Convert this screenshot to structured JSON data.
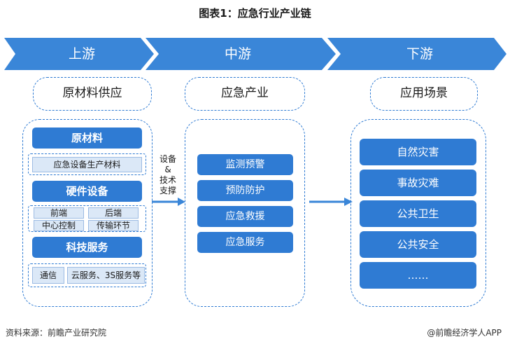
{
  "title": "图表1：应急行业产业链",
  "stages": {
    "up": {
      "label": "上游",
      "header": "原材料供应"
    },
    "mid": {
      "label": "中游",
      "header": "应急产业"
    },
    "down": {
      "label": "下游",
      "header": "应用场景"
    }
  },
  "upstream": {
    "raw_materials": {
      "title": "原材料",
      "items": [
        "应急设备生产材料"
      ]
    },
    "hardware": {
      "title": "硬件设备",
      "items": [
        "前端",
        "后端",
        "中心控制",
        "传输环节"
      ]
    },
    "tech_services": {
      "title": "科技服务",
      "items": [
        "通信",
        "云服务、3S服务等"
      ]
    }
  },
  "connector_label": [
    "设备",
    "&",
    "技术",
    "支撑"
  ],
  "midstream": {
    "items": [
      "监测预警",
      "预防防护",
      "应急救援",
      "应急服务"
    ]
  },
  "downstream": {
    "items": [
      "自然灾害",
      "事故灾难",
      "公共卫生",
      "公共安全",
      "……"
    ]
  },
  "footer": {
    "source": "资料来源：前瞻产业研究院",
    "brand": "@前瞻经济学人APP"
  },
  "colors": {
    "primary": "#2f7bd3",
    "light": "#dbe8f7",
    "arrow": "#3a86d8"
  }
}
